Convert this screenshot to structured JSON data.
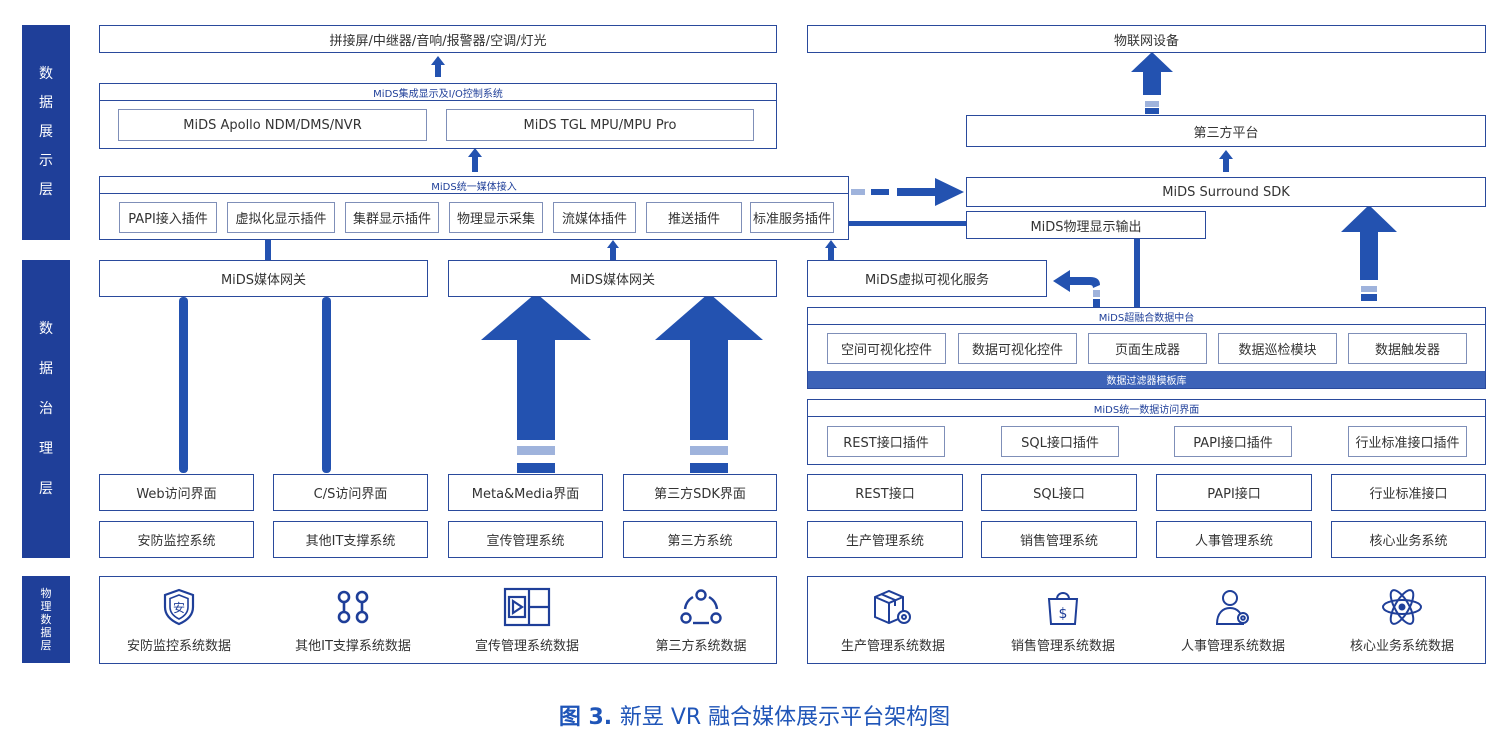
{
  "side_labels": {
    "display": [
      "数",
      "据",
      "展",
      "示",
      "层"
    ],
    "governance": [
      "数",
      "据",
      "治",
      "理",
      "层"
    ],
    "physical": [
      "物",
      "理",
      "数",
      "据",
      "层"
    ]
  },
  "display_layer": {
    "output_devices": "拼接屏/中继器/音响/报警器/空调/灯光",
    "io_system": {
      "title": "MiDS集成显示及I/O控制系统",
      "items": [
        "MiDS Apollo NDM/DMS/NVR",
        "MiDS TGL MPU/MPU Pro"
      ]
    },
    "media_access": {
      "title": "MiDS统一媒体接入",
      "plugins": [
        "PAPI接入插件",
        "虚拟化显示插件",
        "集群显示插件",
        "物理显示采集",
        "流媒体插件",
        "推送插件",
        "标准服务插件"
      ]
    },
    "iot_devices": "物联网设备",
    "third_party_platform": "第三方平台",
    "surround_sdk": "MiDS Surround SDK",
    "physical_display_output": "MiDS物理显示输出"
  },
  "governance_layer": {
    "media_gateway_left": "MiDS媒体网关",
    "media_gateway_right": "MiDS媒体网关",
    "virtual_viz_service": "MiDS虚拟可视化服务",
    "data_platform": {
      "title": "MiDS超融合数据中台",
      "modules": [
        "空间可视化控件",
        "数据可视化控件",
        "页面生成器",
        "数据巡检模块",
        "数据触发器"
      ],
      "filter_bar": "数据过滤器模板库"
    },
    "data_access": {
      "title": "MiDS统一数据访问界面",
      "plugins": [
        "REST接口插件",
        "SQL接口插件",
        "PAPI接口插件",
        "行业标准接口插件"
      ]
    },
    "interfaces_left": [
      "Web访问界面",
      "C/S访问界面",
      "Meta&Media界面",
      "第三方SDK界面"
    ],
    "systems_left": [
      "安防监控系统",
      "其他IT支撑系统",
      "宣传管理系统",
      "第三方系统"
    ],
    "interfaces_right": [
      "REST接口",
      "SQL接口",
      "PAPI接口",
      "行业标准接口"
    ],
    "systems_right": [
      "生产管理系统",
      "销售管理系统",
      "人事管理系统",
      "核心业务系统"
    ]
  },
  "physical_layer": {
    "left": [
      {
        "icon": "shield-icon",
        "label": "安防监控系统数据"
      },
      {
        "icon": "nodes-icon",
        "label": "其他IT支撑系统数据"
      },
      {
        "icon": "media-panel-icon",
        "label": "宣传管理系统数据"
      },
      {
        "icon": "network-triangle-icon",
        "label": "第三方系统数据"
      }
    ],
    "right": [
      {
        "icon": "box-gear-icon",
        "label": "生产管理系统数据"
      },
      {
        "icon": "shopping-bag-icon",
        "label": "销售管理系统数据"
      },
      {
        "icon": "person-gear-icon",
        "label": "人事管理系统数据"
      },
      {
        "icon": "atom-icon",
        "label": "核心业务系统数据"
      }
    ]
  },
  "caption": {
    "figure": "图 3.",
    "title": "新昱 VR 融合媒体展示平台架构图"
  },
  "colors": {
    "primary": "#1f3f99",
    "border": "#2a4a9c",
    "arrow": "#2352b0",
    "arrow_light": "#9fb3dc",
    "caption": "#1f55b8"
  }
}
